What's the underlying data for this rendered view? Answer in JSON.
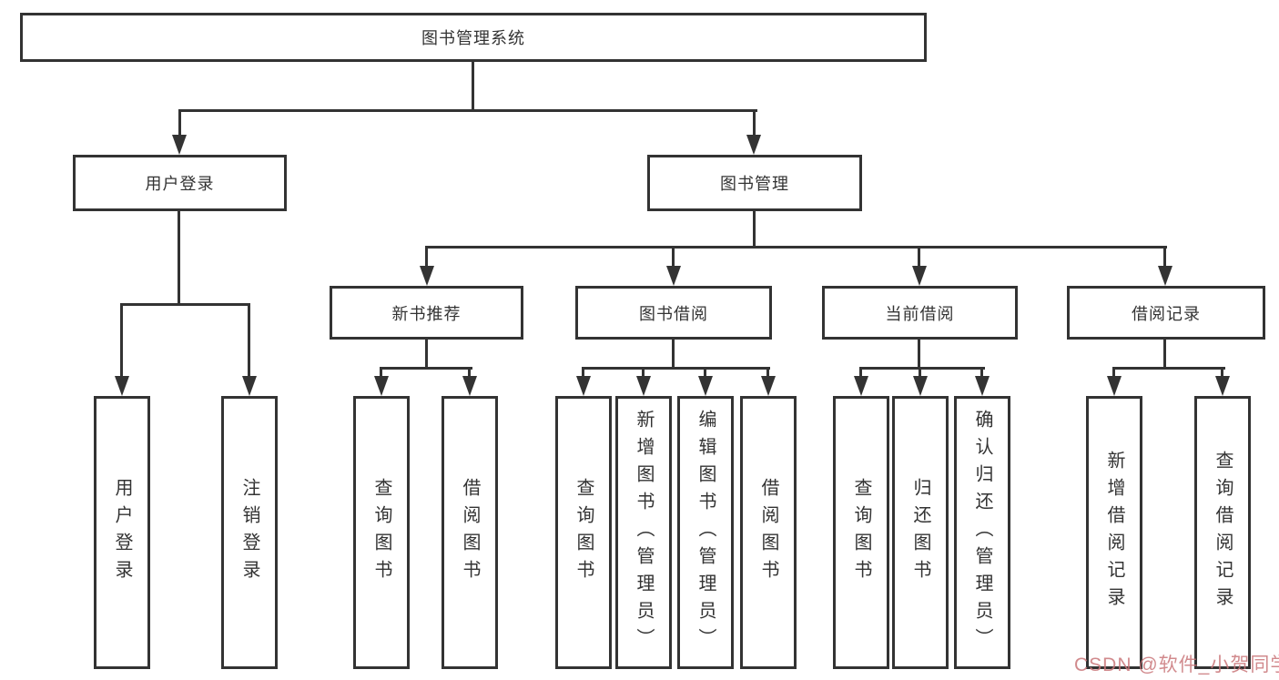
{
  "diagram": {
    "title_node": {
      "label": "图书管理系统"
    },
    "level1": [
      {
        "label": "用户登录"
      },
      {
        "label": "图书管理"
      }
    ],
    "level2": [
      {
        "label": "新书推荐",
        "parent": "图书管理"
      },
      {
        "label": "图书借阅",
        "parent": "图书管理"
      },
      {
        "label": "当前借阅",
        "parent": "图书管理"
      },
      {
        "label": "借阅记录",
        "parent": "图书管理"
      }
    ],
    "leaves": [
      {
        "label": "用户登录",
        "parent": "用户登录"
      },
      {
        "label": "注销登录",
        "parent": "用户登录"
      },
      {
        "label": "查询图书",
        "parent": "新书推荐"
      },
      {
        "label": "借阅图书",
        "parent": "新书推荐"
      },
      {
        "label": "查询图书",
        "parent": "图书借阅"
      },
      {
        "label": "新增图书（管理员）",
        "parent": "图书借阅"
      },
      {
        "label": "编辑图书（管理员）",
        "parent": "图书借阅"
      },
      {
        "label": "借阅图书",
        "parent": "图书借阅"
      },
      {
        "label": "查询图书",
        "parent": "当前借阅"
      },
      {
        "label": "归还图书",
        "parent": "当前借阅"
      },
      {
        "label": "确认归还（管理员）",
        "parent": "当前借阅"
      },
      {
        "label": "新增借阅记录",
        "parent": "借阅记录"
      },
      {
        "label": "查询借阅记录",
        "parent": "借阅记录"
      }
    ]
  },
  "watermark": {
    "text": "CSDN @软件_小贺同学"
  },
  "colors": {
    "line": "#333333",
    "background": "#ffffff",
    "watermark": "#c97679"
  }
}
